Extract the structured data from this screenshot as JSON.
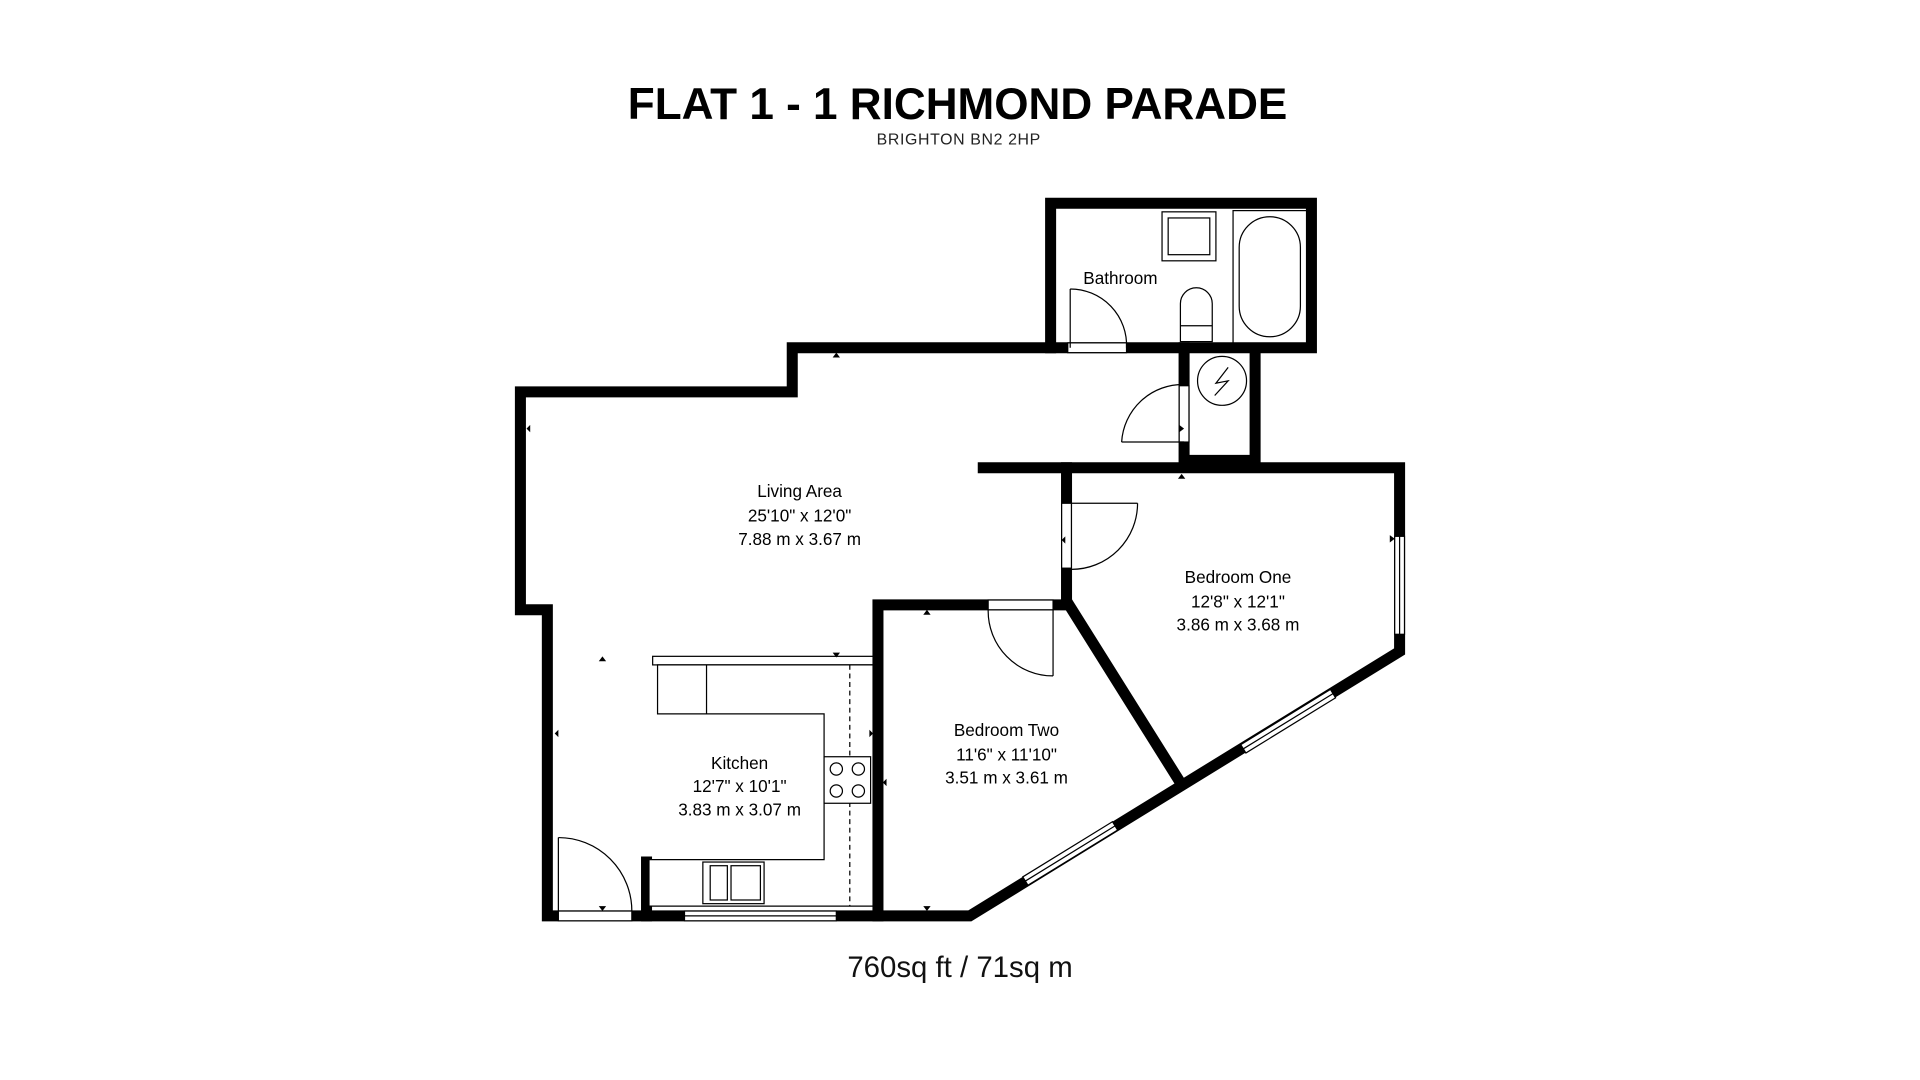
{
  "header": {
    "title": "FLAT 1 - 1 RICHMOND PARADE",
    "subtitle": "BRIGHTON BN2 2HP"
  },
  "rooms": [
    {
      "name": "Bathroom"
    },
    {
      "name": "Living Area",
      "imperial": "25'10\" x 12'0\"",
      "metric": "7.88 m x 3.67 m"
    },
    {
      "name": "Bedroom One",
      "imperial": "12'8\" x 12'1\"",
      "metric": "3.86 m x 3.68 m"
    },
    {
      "name": "Bedroom Two",
      "imperial": "11'6\" x 11'10\"",
      "metric": "3.51 m x 3.61 m"
    },
    {
      "name": "Kitchen",
      "imperial": "12'7\" x 10'1\"",
      "metric": "3.83 m x 3.07 m"
    }
  ],
  "footer": {
    "total_area": "760sq ft / 71sq m"
  },
  "colors": {
    "wall": "#000000",
    "background": "#ffffff"
  }
}
